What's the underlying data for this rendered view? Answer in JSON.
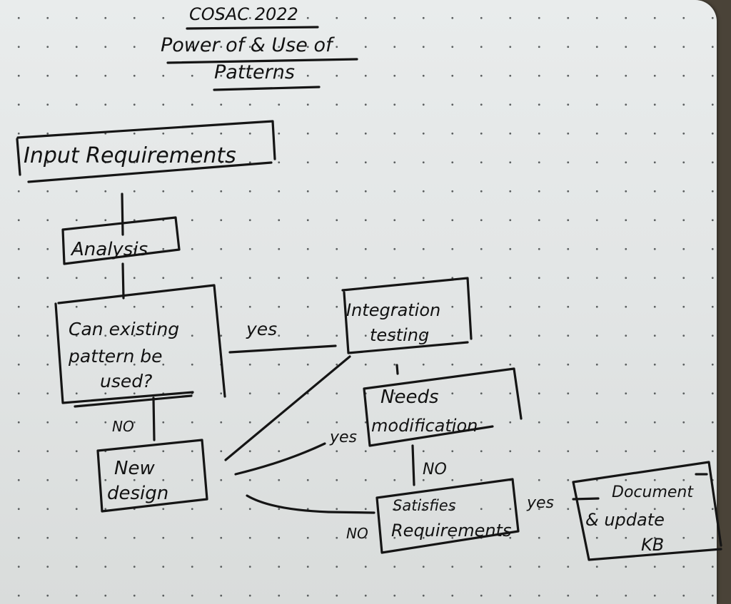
{
  "title": {
    "event": "COSAC 2022",
    "line1": "Power of & Use of",
    "line2": "Patterns"
  },
  "nodes": {
    "input_requirements": "Input Requirements",
    "analysis": "Analysis",
    "decision_existing": [
      "Can existing",
      "pattern be",
      "used?"
    ],
    "new_design": [
      "New",
      "design"
    ],
    "integration_testing": [
      "Integration",
      "testing"
    ],
    "needs_modification": [
      "Needs",
      "modification"
    ],
    "satisfies_requirements": [
      "Satisfies",
      "Requirements"
    ],
    "document_update": [
      "Document",
      "& update",
      "KB"
    ]
  },
  "edges": {
    "existing_to_integration": "yes",
    "existing_to_new_design": "NO",
    "new_design_to_needs_mod": "yes",
    "needs_mod_to_satisfies": "NO",
    "satisfies_to_new_design": "NO",
    "satisfies_to_document": "yes"
  },
  "colors": {
    "ink": "#151515",
    "paper": "#e6e9e9"
  }
}
